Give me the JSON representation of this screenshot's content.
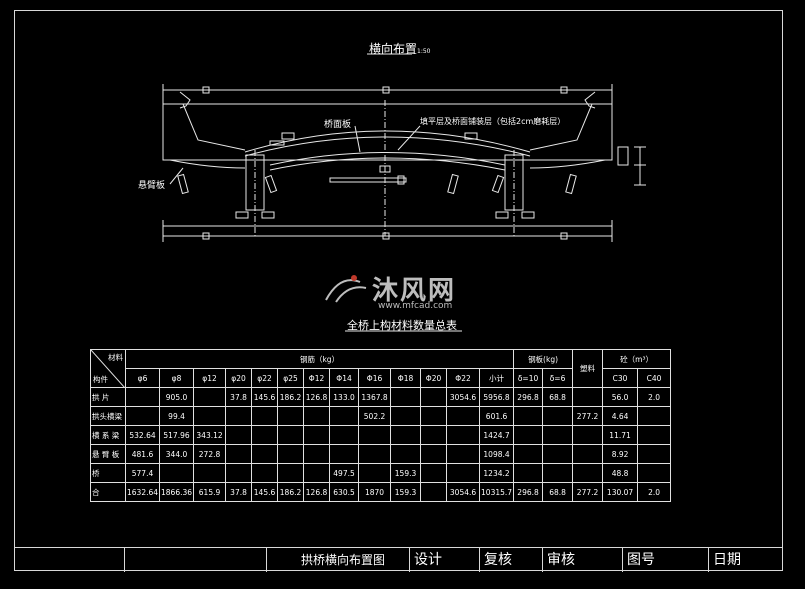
{
  "drawing": {
    "title": "横向布置",
    "title_scale": "1:50",
    "label_deck_plate": "桥面板",
    "label_pavement": "填平层及桥面铺装层（包括2cm磨耗层）",
    "label_cantilever": "悬臂板"
  },
  "watermark": {
    "brand": "沐风网",
    "url": "www.mfcad.com"
  },
  "table": {
    "title": "全桥上构材料数量总表",
    "header": {
      "diag_top": "材料",
      "diag_bottom": "构件",
      "rebar": "钢筋（kg）",
      "steel_plate": "钢板(kg)",
      "plastic": "塑料",
      "concrete": "砼（m³）"
    },
    "subheader": [
      "φ6",
      "φ8",
      "φ12",
      "φ20",
      "φ22",
      "φ25",
      "Φ12",
      "Φ14",
      "Φ16",
      "Φ18",
      "Φ20",
      "Φ22",
      "小计",
      "δ=10",
      "δ=6",
      "",
      "C30",
      "C40"
    ],
    "rows": [
      {
        "name": "拱  片",
        "cells": [
          "",
          "905.0",
          "",
          "37.8",
          "145.6",
          "186.2",
          "126.8",
          "133.0",
          "1367.8",
          "",
          "",
          "3054.6",
          "5956.8",
          "296.8",
          "68.8",
          "",
          "56.0",
          "2.0"
        ]
      },
      {
        "name": "拱头横梁",
        "cells": [
          "",
          "99.4",
          "",
          "",
          "",
          "",
          "",
          "",
          "502.2",
          "",
          "",
          "",
          "601.6",
          "",
          "",
          "277.2",
          "4.64",
          ""
        ]
      },
      {
        "name": "横 系 梁",
        "cells": [
          "532.64",
          "517.96",
          "343.12",
          "",
          "",
          "",
          "",
          "",
          "",
          "",
          "",
          "",
          "1424.7",
          "",
          "",
          "",
          "11.71",
          ""
        ]
      },
      {
        "name": "悬 臂 板",
        "cells": [
          "481.6",
          "344.0",
          "272.8",
          "",
          "",
          "",
          "",
          "",
          "",
          "",
          "",
          "",
          "1098.4",
          "",
          "",
          "",
          "8.92",
          ""
        ]
      },
      {
        "name": "桥",
        "cells": [
          "577.4",
          "",
          "",
          "",
          "",
          "",
          "",
          "497.5",
          "",
          "159.3",
          "",
          "",
          "1234.2",
          "",
          "",
          "",
          "48.8",
          ""
        ]
      },
      {
        "name": "合",
        "cells": [
          "1632.64",
          "1866.36",
          "615.9",
          "37.8",
          "145.6",
          "186.2",
          "126.8",
          "630.5",
          "1870",
          "159.3",
          "",
          "3054.6",
          "10315.7",
          "296.8",
          "68.8",
          "277.2",
          "130.07",
          "2.0"
        ]
      }
    ]
  },
  "title_block": {
    "drawing_name": "拱桥横向布置图",
    "design": "设计",
    "check": "复核",
    "review": "审核",
    "drawing_no": "图号",
    "date": "日期"
  }
}
